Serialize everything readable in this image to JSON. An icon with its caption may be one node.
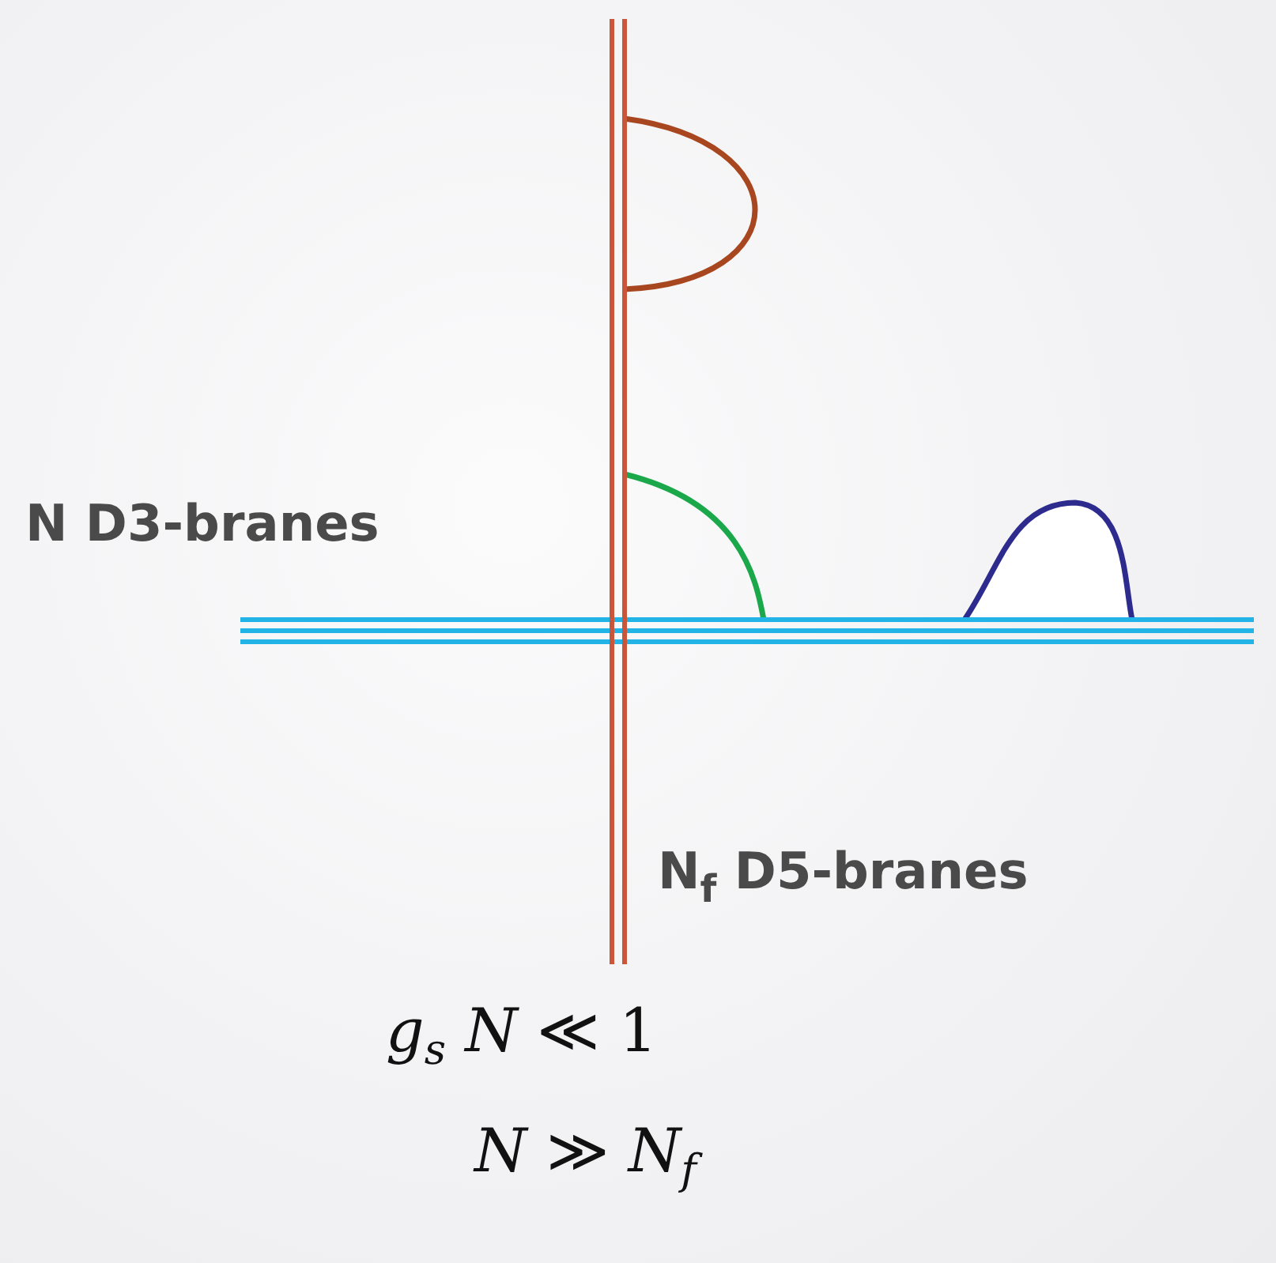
{
  "diagram": {
    "labels": [
      "N D3-branes",
      "N$_{f}$ D5-branes",
      "*g*$_{s}$ *N* ≪ 1",
      "*N* ≫ *N*$_{f}$"
    ]
  }
}
